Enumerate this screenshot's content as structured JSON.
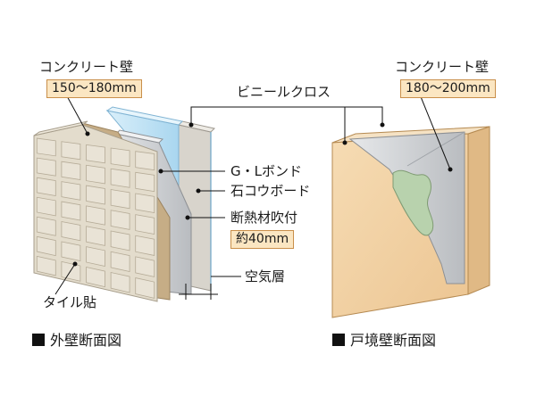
{
  "labels": {
    "left_wall": "コンクリート壁",
    "left_thickness": "150～180mm",
    "right_wall": "コンクリート壁",
    "right_thickness": "180～200mm",
    "vinyl_cloth": "ビニールクロス",
    "gl_bond": "G・Lボンド",
    "gypsum_board": "石コウボード",
    "insulation": "断熱材吹付",
    "insulation_thickness": "約40mm",
    "air_layer": "空気層",
    "tile": "タイル貼"
  },
  "captions": {
    "exterior": "外壁断面図",
    "partition": "戸境壁断面図"
  },
  "colors": {
    "tile": "#e9e3d6",
    "mortar": "#c9b28d",
    "concrete": "#d3d5d8",
    "insulation": "#bfe2f5",
    "board": "#e4e0d8",
    "partition_face": "#f2d3a6",
    "bond": "#bcd4b3",
    "tag_fill": "#fbe6c2",
    "tag_border": "#c98f4a"
  }
}
